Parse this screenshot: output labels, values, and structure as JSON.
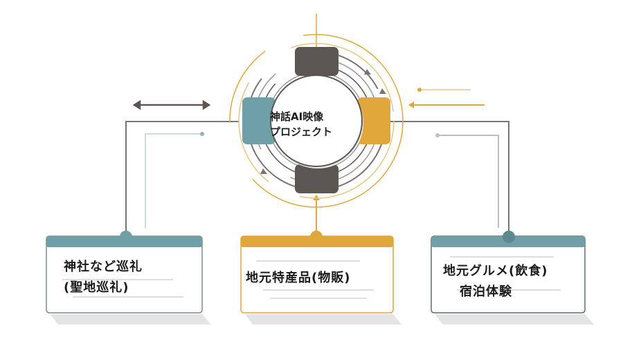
{
  "hub": {
    "line1": "神話AI映像",
    "line2": "プロジェクト"
  },
  "cards": {
    "left": {
      "line1": "神社など巡礼",
      "line2": "(聖地巡礼)"
    },
    "center": {
      "line1": "地元特産品(物販)"
    },
    "right": {
      "line1": "地元グルメ(飲食)",
      "line2": "宿泊体験"
    }
  },
  "colors": {
    "dark": "#5b5652",
    "teal": "#6fa0a8",
    "gold": "#e0a83a",
    "line_gray": "#9a9a9a",
    "light_teal": "#c4d6d8",
    "gold_light": "#f0d7a0"
  }
}
